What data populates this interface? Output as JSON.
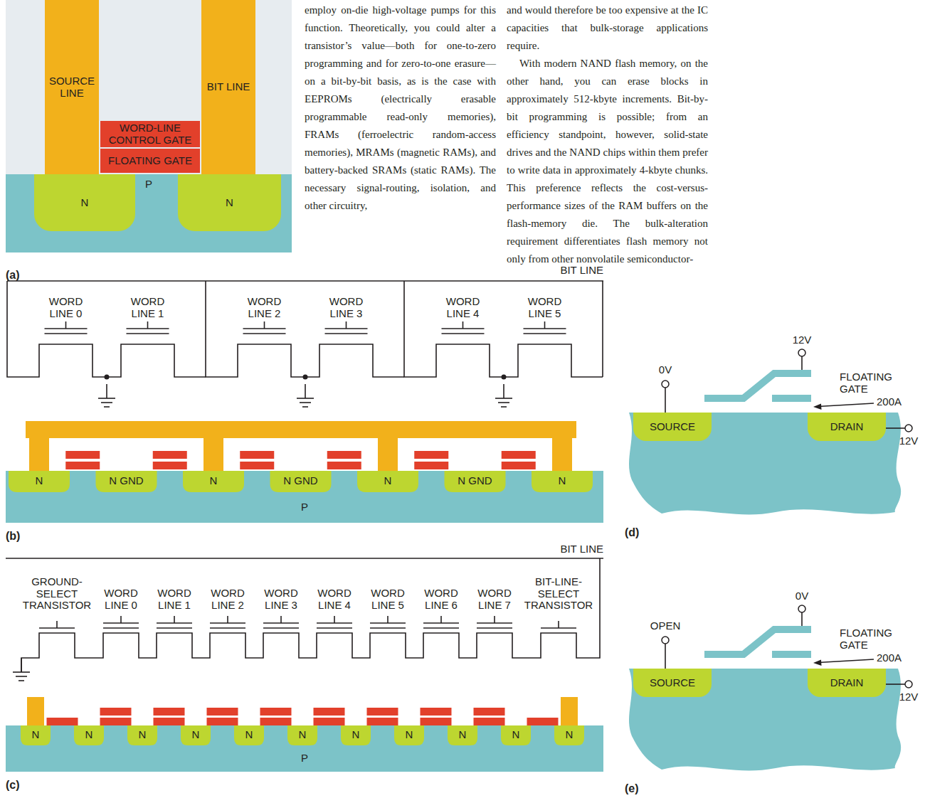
{
  "diagram": {
    "nodes": [
      {
        "text": [
          "SOURCE LINE"
        ]
      },
      {
        "text": [
          "BIT LINE"
        ]
      },
      {
        "text": [
          "WORD-LINE CONTROL GATE"
        ]
      },
      {
        "text": [
          "FLOATING GATE"
        ]
      },
      {
        "text": [
          "P"
        ]
      },
      {
        "text": [
          "N"
        ],
        "in": 4
      },
      {
        "text": [
          "N"
        ],
        "in": 4
      },
      {
        "text": [
          "SOURCE"
        ]
      },
      {
        "text": [
          "DRAIN"
        ]
      },
      {
        "text": [
          "SOURCE"
        ]
      },
      {
        "text": [
          "DRAIN"
        ]
      }
    ],
    "labels": [
      "employ on-die high-voltage pumps for this function. Theoretically, you could alter a transistor’s value—both for one-to-zero programming and for zero-to-one erasure—on a bit-by-bit basis, as is the case with EEPROMs (electrically erasable programmable read-only memories), FRAMs (ferroelectric random-access memories), MRAMs (magnetic RAMs), and battery-backed SRAMs (static RAMs). The necessary signal-routing, isolation, and other circuitry,",
      "and would therefore be too expensive at the IC capacities that bulk-storage applications require.",
      "With modern NAND flash memory, on the other hand, you can erase blocks in approximately 512-kbyte increments. Bit-by-bit programming is possible; from an efficiency standpoint, however, solid-state drives and the NAND chips within them prefer to write data in approximately 4-kbyte chunks. This preference reflects the cost-versus-performance sizes of the RAM buffers on the flash-memory die. The bulk-alteration requirement differentiates flash memory not only from other nonvolatile semiconductor-",
      "(a)",
      "BIT LINE",
      "WORD LINE 0",
      "WORD LINE 1",
      "WORD LINE 2",
      "WORD LINE 3",
      "WORD LINE 4",
      "WORD LINE 5",
      "N",
      "N GND",
      "N",
      "N GND",
      "N",
      "N GND",
      "N",
      "P",
      "(b)",
      "BIT LINE",
      "GROUND-SELECT TRANSISTOR",
      "WORD LINE 0",
      "WORD LINE 1",
      "WORD LINE 2",
      "WORD LINE 3",
      "WORD LINE 4",
      "WORD LINE 5",
      "WORD LINE 6",
      "WORD LINE 7",
      "BIT-LINE-SELECT TRANSISTOR",
      "N",
      "N",
      "N",
      "N",
      "N",
      "N",
      "N",
      "N",
      "N",
      "N",
      "N",
      "P",
      "(c)",
      "12V",
      "FLOATING GATE",
      "200A",
      "0V",
      "12V",
      "(d)",
      "0V",
      "FLOATING GATE",
      "200A",
      "OPEN",
      "12V",
      "(e)"
    ]
  }
}
